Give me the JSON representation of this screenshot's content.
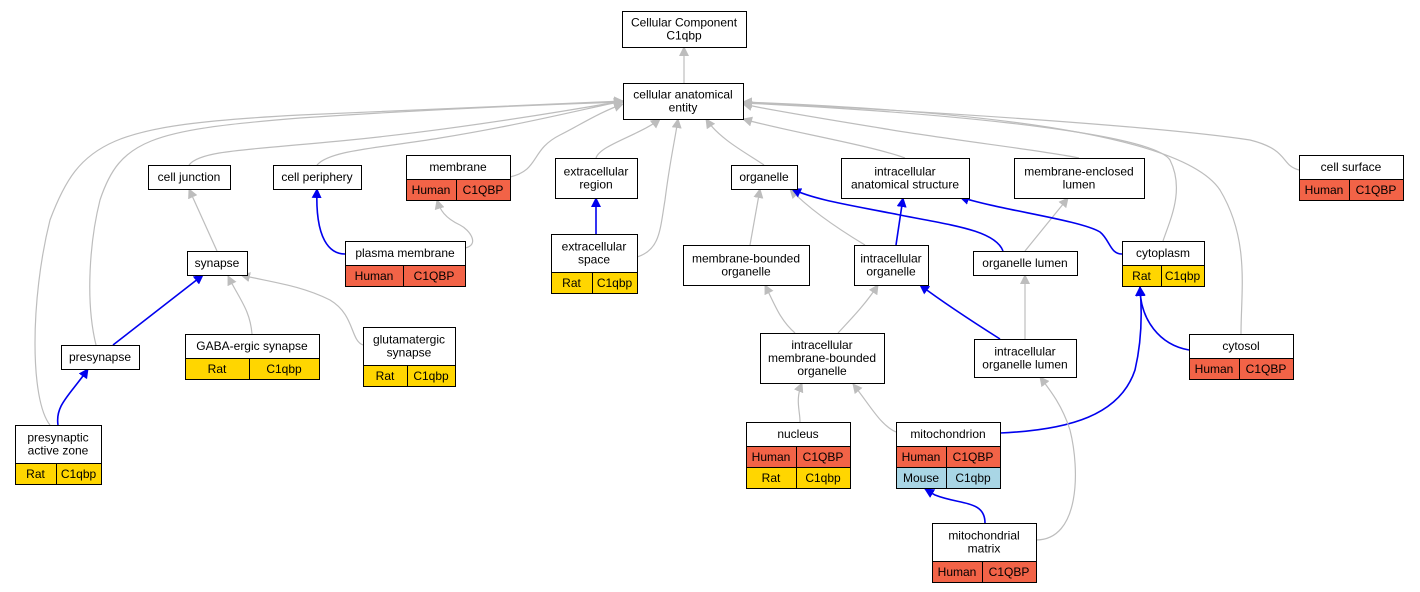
{
  "colors": {
    "human": "#f26347",
    "rat": "#ffd600",
    "mouse": "#a9d6e5",
    "edge_gray": "#bdbdbd",
    "edge_blue": "#0000ee",
    "box_stroke": "#000000",
    "background": "#ffffff"
  },
  "nodes": [
    {
      "id": "root",
      "name": "root-node",
      "lines": [
        "Cellular Component",
        "C1qbp"
      ],
      "rows": []
    },
    {
      "id": "cae",
      "name": "cellular-anatomical-entity-node",
      "lines": [
        "cellular anatomical",
        "entity"
      ],
      "rows": []
    },
    {
      "id": "cell_junction",
      "name": "cell-junction-node",
      "lines": [
        "cell junction"
      ],
      "rows": []
    },
    {
      "id": "cell_periphery",
      "name": "cell-periphery-node",
      "lines": [
        "cell periphery"
      ],
      "rows": []
    },
    {
      "id": "membrane",
      "name": "membrane-node",
      "lines": [
        "membrane"
      ],
      "rows": [
        {
          "species": "Human",
          "gene": "C1QBP",
          "color": "human"
        }
      ]
    },
    {
      "id": "extracellular_region",
      "name": "extracellular-region-node",
      "lines": [
        "extracellular",
        "region"
      ],
      "rows": []
    },
    {
      "id": "organelle",
      "name": "organelle-node",
      "lines": [
        "organelle"
      ],
      "rows": []
    },
    {
      "id": "intracellular_anatomical_structure",
      "name": "intracellular-anatomical-structure-node",
      "lines": [
        "intracellular",
        "anatomical structure"
      ],
      "rows": []
    },
    {
      "id": "membrane_enclosed_lumen",
      "name": "membrane-enclosed-lumen-node",
      "lines": [
        "membrane-enclosed",
        "lumen"
      ],
      "rows": []
    },
    {
      "id": "cell_surface",
      "name": "cell-surface-node",
      "lines": [
        "cell surface"
      ],
      "rows": [
        {
          "species": "Human",
          "gene": "C1QBP",
          "color": "human"
        }
      ]
    },
    {
      "id": "synapse",
      "name": "synapse-node",
      "lines": [
        "synapse"
      ],
      "rows": []
    },
    {
      "id": "plasma_membrane",
      "name": "plasma-membrane-node",
      "lines": [
        "plasma membrane"
      ],
      "rows": [
        {
          "species": "Human",
          "gene": "C1QBP",
          "color": "human"
        }
      ]
    },
    {
      "id": "extracellular_space",
      "name": "extracellular-space-node",
      "lines": [
        "extracellular",
        "space"
      ],
      "rows": [
        {
          "species": "Rat",
          "gene": "C1qbp",
          "color": "rat"
        }
      ]
    },
    {
      "id": "membrane_bounded_organelle",
      "name": "membrane-bounded-organelle-node",
      "lines": [
        "membrane-bounded",
        "organelle"
      ],
      "rows": []
    },
    {
      "id": "intracellular_organelle",
      "name": "intracellular-organelle-node",
      "lines": [
        "intracellular",
        "organelle"
      ],
      "rows": []
    },
    {
      "id": "organelle_lumen",
      "name": "organelle-lumen-node",
      "lines": [
        "organelle lumen"
      ],
      "rows": []
    },
    {
      "id": "cytoplasm",
      "name": "cytoplasm-node",
      "lines": [
        "cytoplasm"
      ],
      "rows": [
        {
          "species": "Rat",
          "gene": "C1qbp",
          "color": "rat"
        }
      ]
    },
    {
      "id": "presynapse",
      "name": "presynapse-node",
      "lines": [
        "presynapse"
      ],
      "rows": []
    },
    {
      "id": "gaba_ergic_synapse",
      "name": "gaba-ergic-synapse-node",
      "lines": [
        "GABA-ergic synapse"
      ],
      "rows": [
        {
          "species": "Rat",
          "gene": "C1qbp",
          "color": "rat"
        }
      ]
    },
    {
      "id": "glutamatergic_synapse",
      "name": "glutamatergic-synapse-node",
      "lines": [
        "glutamatergic",
        "synapse"
      ],
      "rows": [
        {
          "species": "Rat",
          "gene": "C1qbp",
          "color": "rat"
        }
      ]
    },
    {
      "id": "intracellular_membrane_bounded_organelle",
      "name": "intracellular-membrane-bounded-organelle-node",
      "lines": [
        "intracellular",
        "membrane-bounded",
        "organelle"
      ],
      "rows": []
    },
    {
      "id": "intracellular_organelle_lumen",
      "name": "intracellular-organelle-lumen-node",
      "lines": [
        "intracellular",
        "organelle lumen"
      ],
      "rows": []
    },
    {
      "id": "cytosol",
      "name": "cytosol-node",
      "lines": [
        "cytosol"
      ],
      "rows": [
        {
          "species": "Human",
          "gene": "C1QBP",
          "color": "human"
        }
      ]
    },
    {
      "id": "presynaptic_active_zone",
      "name": "presynaptic-active-zone-node",
      "lines": [
        "presynaptic",
        "active zone"
      ],
      "rows": [
        {
          "species": "Rat",
          "gene": "C1qbp",
          "color": "rat"
        }
      ]
    },
    {
      "id": "nucleus",
      "name": "nucleus-node",
      "lines": [
        "nucleus"
      ],
      "rows": [
        {
          "species": "Human",
          "gene": "C1QBP",
          "color": "human"
        },
        {
          "species": "Rat",
          "gene": "C1qbp",
          "color": "rat"
        }
      ]
    },
    {
      "id": "mitochondrion",
      "name": "mitochondrion-node",
      "lines": [
        "mitochondrion"
      ],
      "rows": [
        {
          "species": "Human",
          "gene": "C1QBP",
          "color": "human"
        },
        {
          "species": "Mouse",
          "gene": "C1qbp",
          "color": "mouse"
        }
      ]
    },
    {
      "id": "mitochondrial_matrix",
      "name": "mitochondrial-matrix-node",
      "lines": [
        "mitochondrial",
        "matrix"
      ],
      "rows": [
        {
          "species": "Human",
          "gene": "C1QBP",
          "color": "human"
        }
      ]
    }
  ],
  "edges": [
    {
      "from": "cae",
      "to": "root",
      "kind": "is_a"
    },
    {
      "from": "cell_junction",
      "to": "cae",
      "kind": "is_a"
    },
    {
      "from": "cell_periphery",
      "to": "cae",
      "kind": "is_a"
    },
    {
      "from": "membrane",
      "to": "cae",
      "kind": "is_a"
    },
    {
      "from": "extracellular_region",
      "to": "cae",
      "kind": "is_a"
    },
    {
      "from": "extracellular_space",
      "to": "cae",
      "kind": "is_a"
    },
    {
      "from": "organelle",
      "to": "cae",
      "kind": "is_a"
    },
    {
      "from": "intracellular_anatomical_structure",
      "to": "cae",
      "kind": "is_a"
    },
    {
      "from": "membrane_enclosed_lumen",
      "to": "cae",
      "kind": "is_a"
    },
    {
      "from": "cell_surface",
      "to": "cae",
      "kind": "is_a"
    },
    {
      "from": "cytoplasm",
      "to": "cae",
      "kind": "is_a"
    },
    {
      "from": "cytosol",
      "to": "cae",
      "kind": "is_a"
    },
    {
      "from": "presynapse",
      "to": "cae",
      "kind": "is_a"
    },
    {
      "from": "presynaptic_active_zone",
      "to": "cae",
      "kind": "is_a"
    },
    {
      "from": "synapse",
      "to": "cell_junction",
      "kind": "is_a"
    },
    {
      "from": "plasma_membrane",
      "to": "cell_periphery",
      "kind": "part_of"
    },
    {
      "from": "plasma_membrane",
      "to": "membrane",
      "kind": "is_a"
    },
    {
      "from": "extracellular_space",
      "to": "extracellular_region",
      "kind": "part_of"
    },
    {
      "from": "membrane_bounded_organelle",
      "to": "organelle",
      "kind": "is_a"
    },
    {
      "from": "intracellular_organelle",
      "to": "organelle",
      "kind": "is_a"
    },
    {
      "from": "intracellular_organelle",
      "to": "intracellular_anatomical_structure",
      "kind": "part_of"
    },
    {
      "from": "organelle_lumen",
      "to": "organelle",
      "kind": "part_of"
    },
    {
      "from": "organelle_lumen",
      "to": "membrane_enclosed_lumen",
      "kind": "is_a"
    },
    {
      "from": "cytoplasm",
      "to": "intracellular_anatomical_structure",
      "kind": "part_of"
    },
    {
      "from": "presynapse",
      "to": "synapse",
      "kind": "part_of"
    },
    {
      "from": "gaba_ergic_synapse",
      "to": "synapse",
      "kind": "is_a"
    },
    {
      "from": "glutamatergic_synapse",
      "to": "synapse",
      "kind": "is_a"
    },
    {
      "from": "presynaptic_active_zone",
      "to": "presynapse",
      "kind": "part_of"
    },
    {
      "from": "intracellular_membrane_bounded_organelle",
      "to": "membrane_bounded_organelle",
      "kind": "is_a"
    },
    {
      "from": "intracellular_membrane_bounded_organelle",
      "to": "intracellular_organelle",
      "kind": "is_a"
    },
    {
      "from": "intracellular_organelle_lumen",
      "to": "intracellular_organelle",
      "kind": "part_of"
    },
    {
      "from": "intracellular_organelle_lumen",
      "to": "organelle_lumen",
      "kind": "is_a"
    },
    {
      "from": "cytosol",
      "to": "cytoplasm",
      "kind": "part_of"
    },
    {
      "from": "nucleus",
      "to": "intracellular_membrane_bounded_organelle",
      "kind": "is_a"
    },
    {
      "from": "mitochondrion",
      "to": "intracellular_membrane_bounded_organelle",
      "kind": "is_a"
    },
    {
      "from": "mitochondrion",
      "to": "cytoplasm",
      "kind": "part_of"
    },
    {
      "from": "mitochondrial_matrix",
      "to": "mitochondrion",
      "kind": "part_of"
    },
    {
      "from": "mitochondrial_matrix",
      "to": "intracellular_organelle_lumen",
      "kind": "is_a"
    }
  ]
}
